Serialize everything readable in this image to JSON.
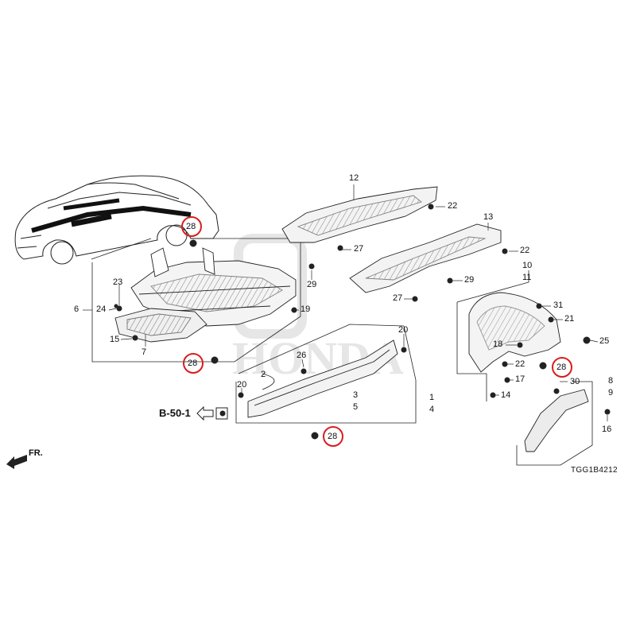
{
  "diagram": {
    "part_code": "TGG1B4212",
    "ref_label": "B-50-1",
    "front_label": "FR.",
    "watermark": "HONDA",
    "highlight_color": "#d81e1e",
    "callouts": {
      "n1": "1",
      "n2": "2",
      "n3": "3",
      "n4": "4",
      "n5": "5",
      "n6": "6",
      "n7": "7",
      "n8": "8",
      "n9": "9",
      "n10": "10",
      "n11": "11",
      "n12": "12",
      "n13": "13",
      "n14": "14",
      "n15": "15",
      "n16": "16",
      "n17": "17",
      "n18": "18",
      "n19": "19",
      "n20a": "20",
      "n20b": "20",
      "n21": "21",
      "n22a": "22",
      "n22b": "22",
      "n22c": "22",
      "n23": "23",
      "n24": "24",
      "n25": "25",
      "n26": "26",
      "n27a": "27",
      "n27b": "27",
      "n29a": "29",
      "n29b": "29",
      "n30": "30",
      "n31": "31"
    },
    "highlighted": {
      "h1": "28",
      "h2": "28",
      "h3": "28",
      "h4": "28"
    }
  }
}
